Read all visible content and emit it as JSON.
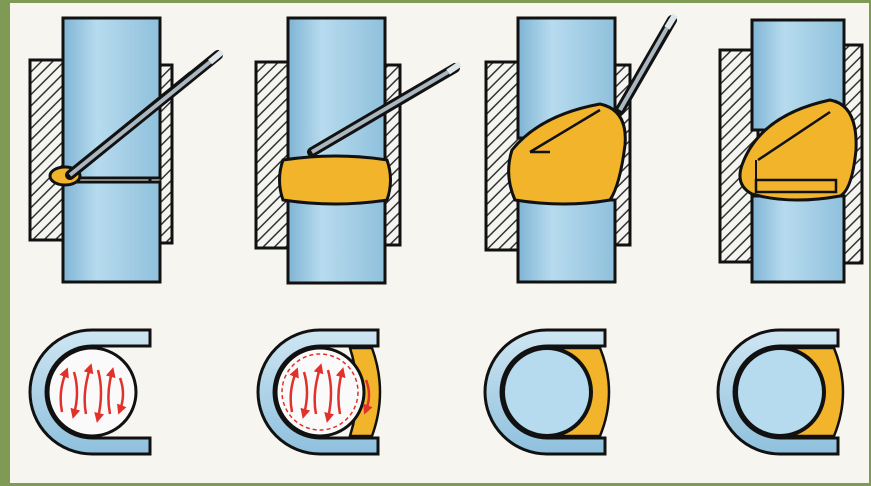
{
  "colors": {
    "frame": "#7f9a55",
    "paper": "#f6f5ef",
    "steel": "#9cc8e0",
    "steel_light": "#cfe6f2",
    "steel_dark": "#6fa6c6",
    "weld": "#f2b42a",
    "outline": "#111111",
    "flow_arrows": "#e0312b",
    "hatch": "#333333"
  },
  "panels": [
    {
      "step": 1,
      "top_view": "electrode-contact-start",
      "bottom_view": "arc-flow-open"
    },
    {
      "step": 2,
      "top_view": "first-bead",
      "bottom_view": "arc-flow-partial-fill"
    },
    {
      "step": 3,
      "top_view": "bead-build-up",
      "bottom_view": "weld-fill"
    },
    {
      "step": 4,
      "top_view": "completed-weld",
      "bottom_view": "weld-fill-complete"
    }
  ]
}
